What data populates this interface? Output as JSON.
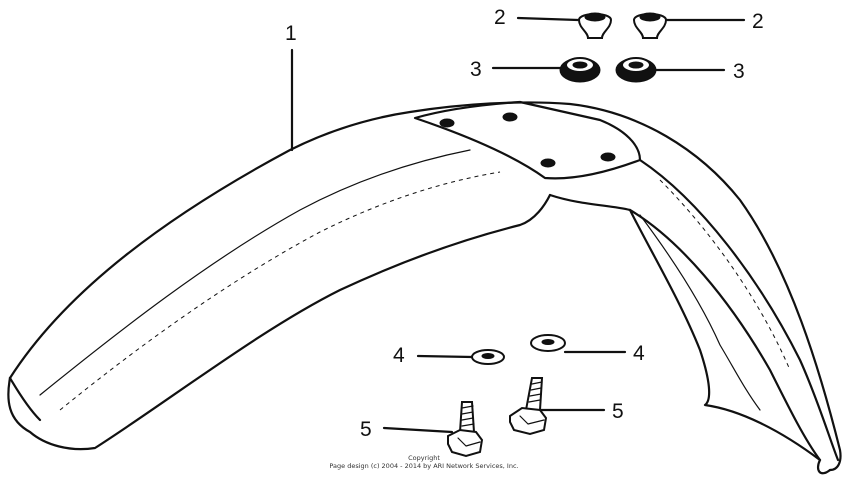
{
  "callouts": [
    {
      "id": "fender",
      "number": "1"
    },
    {
      "id": "collar-left",
      "number": "2"
    },
    {
      "id": "collar-right",
      "number": "2"
    },
    {
      "id": "grommet-left",
      "number": "3"
    },
    {
      "id": "grommet-right",
      "number": "3"
    },
    {
      "id": "washer-left",
      "number": "4"
    },
    {
      "id": "washer-right",
      "number": "4"
    },
    {
      "id": "bolt-left",
      "number": "5"
    },
    {
      "id": "bolt-right",
      "number": "5"
    }
  ],
  "copyright": {
    "line1": "Copyright",
    "line2": "Page design (c) 2004 - 2014 by ARI Network Services, Inc."
  },
  "colors": {
    "ink": "#111111",
    "background": "#ffffff"
  }
}
